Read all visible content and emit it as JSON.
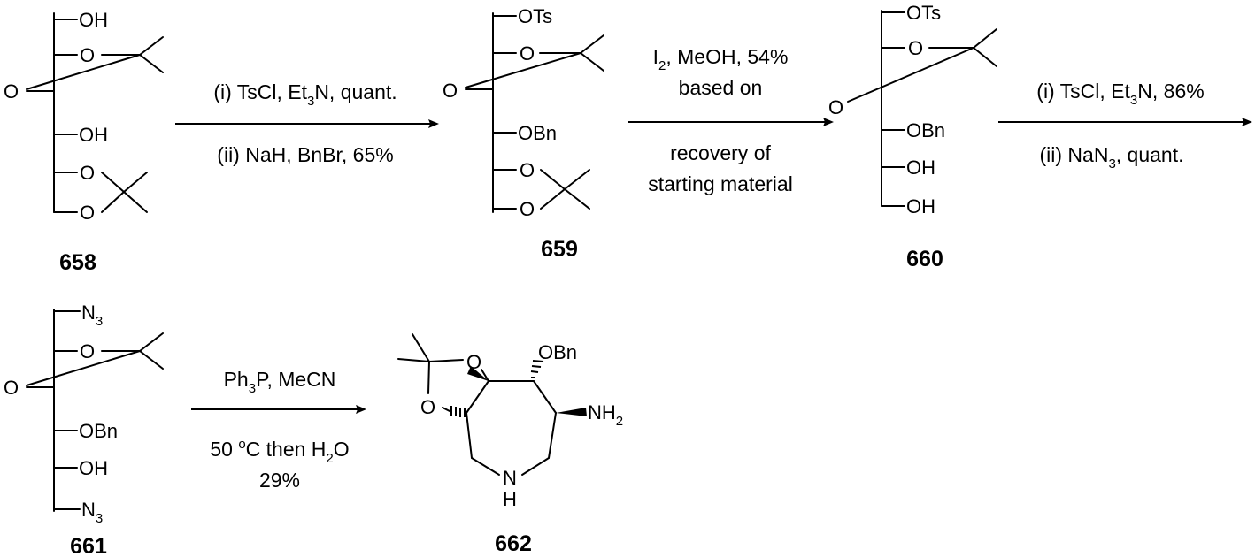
{
  "compounds": [
    {
      "id": "658",
      "atoms": {
        "oh1": "OH",
        "o1": "O",
        "o_left": "O",
        "oh2": "OH",
        "o2": "O",
        "o3": "O"
      }
    },
    {
      "id": "659",
      "atoms": {
        "ots": "OTs",
        "o1": "O",
        "o_left": "O",
        "obn": "OBn",
        "o2": "O",
        "o3": "O"
      }
    },
    {
      "id": "660",
      "atoms": {
        "ots": "OTs",
        "o1": "O",
        "o_left": "O",
        "obn": "OBn",
        "oh1": "OH",
        "oh2": "OH"
      }
    },
    {
      "id": "661",
      "atoms": {
        "n3_top_N": "N",
        "n3_top_sub": "3",
        "o1": "O",
        "o_left": "O",
        "obn": "OBn",
        "oh": "OH",
        "n3_bot_N": "N",
        "n3_bot_sub": "3"
      }
    },
    {
      "id": "662",
      "atoms": {
        "o_top": "O",
        "o_bot": "O",
        "obn": "OBn",
        "nh2_N": "NH",
        "nh2_sub": "2",
        "n_ring": "N",
        "h_ring": "H"
      }
    }
  ],
  "steps": [
    {
      "above": [
        {
          "parts": [
            {
              "t": "(i) TsCl, Et"
            },
            {
              "t": "3",
              "sub": true
            },
            {
              "t": "N, quant."
            }
          ]
        }
      ],
      "below": [
        {
          "parts": [
            {
              "t": "(ii) NaH, BnBr, 65%"
            }
          ]
        }
      ]
    },
    {
      "above": [
        {
          "parts": [
            {
              "t": "I"
            },
            {
              "t": "2",
              "sub": true
            },
            {
              "t": ", MeOH, 54%"
            }
          ]
        },
        {
          "parts": [
            {
              "t": "based on"
            }
          ]
        }
      ],
      "below": [
        {
          "parts": [
            {
              "t": "recovery of"
            }
          ]
        },
        {
          "parts": [
            {
              "t": "starting material"
            }
          ]
        }
      ]
    },
    {
      "above": [
        {
          "parts": [
            {
              "t": "(i) TsCl, Et"
            },
            {
              "t": "3",
              "sub": true
            },
            {
              "t": "N, 86%"
            }
          ]
        }
      ],
      "below": [
        {
          "parts": [
            {
              "t": "(ii) NaN"
            },
            {
              "t": "3",
              "sub": true
            },
            {
              "t": ", quant."
            }
          ]
        }
      ]
    },
    {
      "above": [
        {
          "parts": [
            {
              "t": "Ph"
            },
            {
              "t": "3",
              "sub": true
            },
            {
              "t": "P, MeCN"
            }
          ]
        }
      ],
      "below": [
        {
          "parts": [
            {
              "t": "50 "
            },
            {
              "t": "o",
              "sup": true
            },
            {
              "t": "C then H"
            },
            {
              "t": "2",
              "sub": true
            },
            {
              "t": "O"
            }
          ]
        },
        {
          "parts": [
            {
              "t": "29%"
            }
          ]
        }
      ]
    }
  ]
}
